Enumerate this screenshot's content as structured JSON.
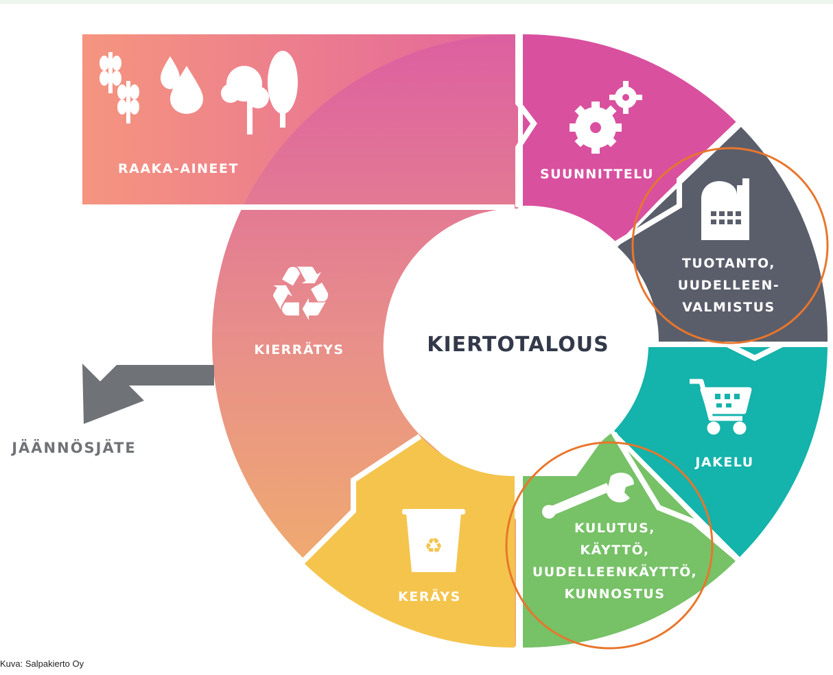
{
  "diagram": {
    "center": "KIERTOTALOUS",
    "stages": {
      "raw_materials": "RAAKA-AINEET",
      "design": "SUUNNITTELU",
      "production": [
        "TUOTANTO,",
        "UUDELLEEN-",
        "VALMISTUS"
      ],
      "distribution": "JAKELU",
      "consumption": [
        "KULUTUS,",
        "KÄYTTÖ,",
        "UUDELLEENKÄYTTÖ,",
        "KUNNOSTUS"
      ],
      "collection": "KERÄYS",
      "recycling": "KIERRÄTYS"
    },
    "residual_waste": "JÄÄNNÖSJÄTE",
    "highlighted_stages": [
      "production",
      "consumption"
    ]
  },
  "colors": {
    "design": "#d9509f",
    "production": "#5a5e6b",
    "distribution": "#14b3ab",
    "consumption": "#77c167",
    "collection": "#f4c44d",
    "recycling_top": "#dc5fa0",
    "recycling_bottom": "#f2b466",
    "raw_left": "#f5957f",
    "raw_right": "#e3669c",
    "arrow": "#6f7276",
    "highlight": "#e8762c"
  },
  "caption": "Kuva: Salpakierto Oy"
}
